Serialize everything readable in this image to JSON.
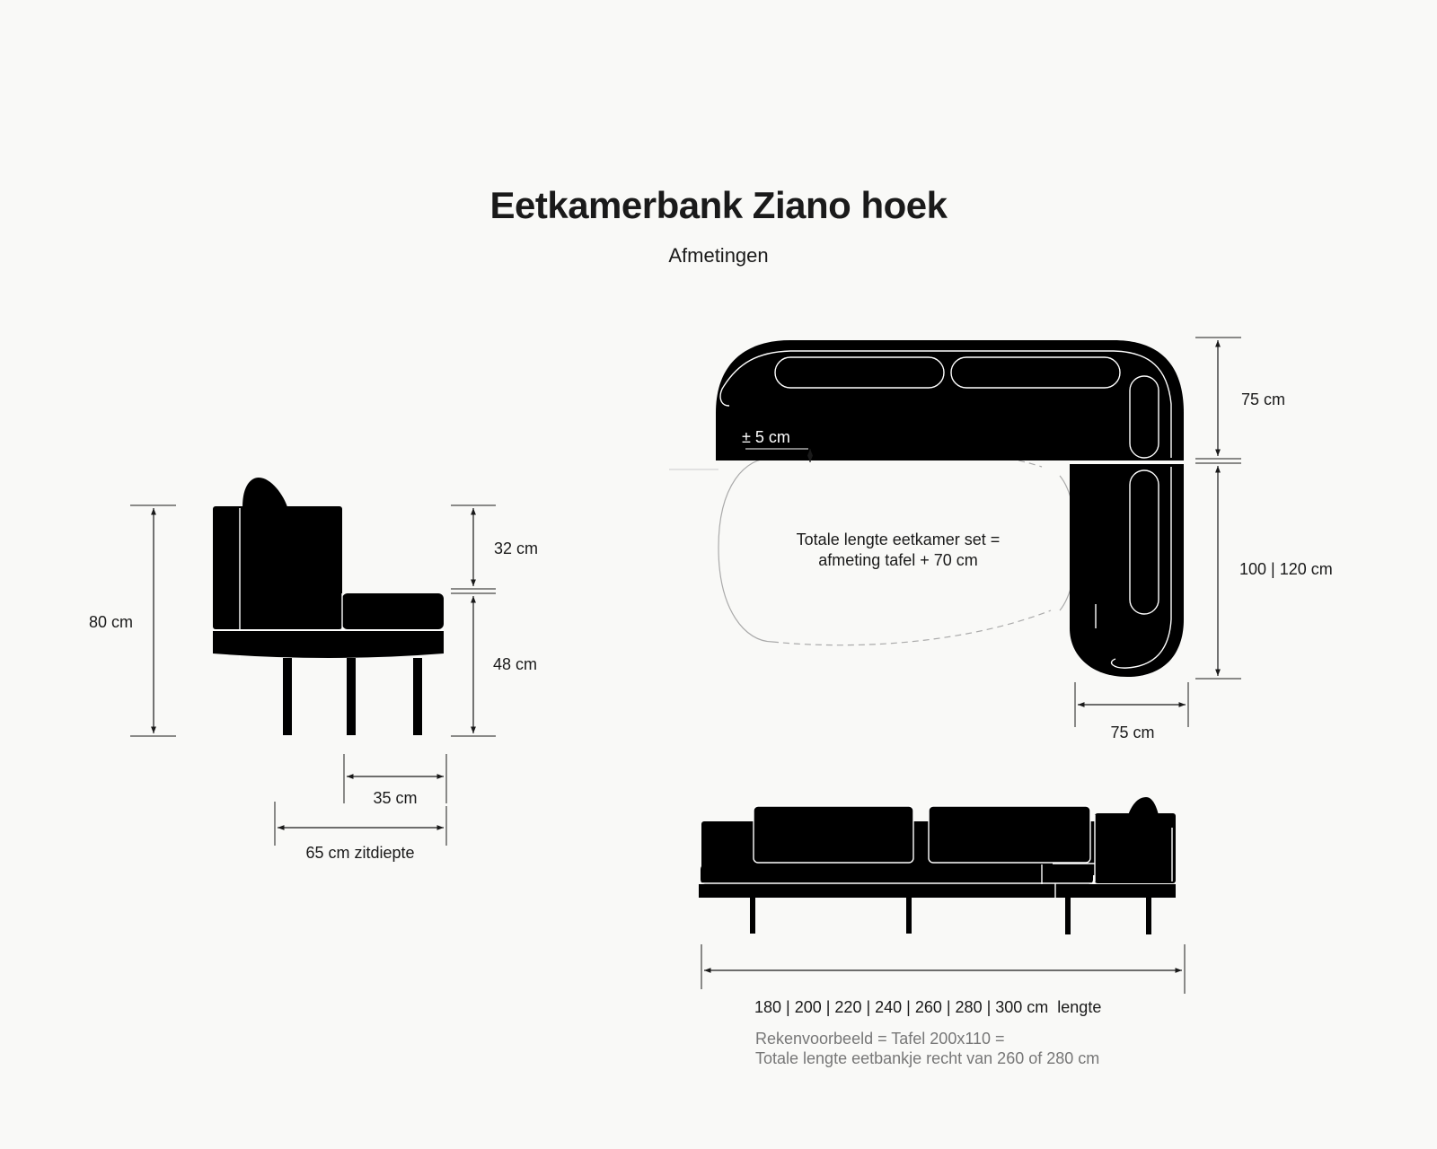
{
  "title": "Eetkamerbank Ziano hoek",
  "subtitle": "Afmetingen",
  "colors": {
    "background": "#f9f9f7",
    "sofa": "#000000",
    "text": "#1a1a1a",
    "note": "#777777"
  },
  "side_view": {
    "total_height": "80 cm",
    "back_height": "32 cm",
    "seat_height": "48 cm",
    "seat_depth_inner": "35 cm",
    "seat_depth": "65 cm zitdiepte"
  },
  "top_view": {
    "depth_top": "75 cm",
    "gap": "± 5 cm",
    "side_length": "100 | 120 cm",
    "width_side": "75 cm",
    "table_line1": "Totale lengte eetkamer set =",
    "table_line2": "afmeting tafel + 70 cm"
  },
  "front_view": {
    "length": "180 | 200 | 220 | 240 | 260 | 280 | 300 cm  lengte",
    "example_line1": "Rekenvoorbeeld = Tafel 200x110 =",
    "example_line2": "Totale lengte eetbankje recht van 260 of 280 cm"
  }
}
